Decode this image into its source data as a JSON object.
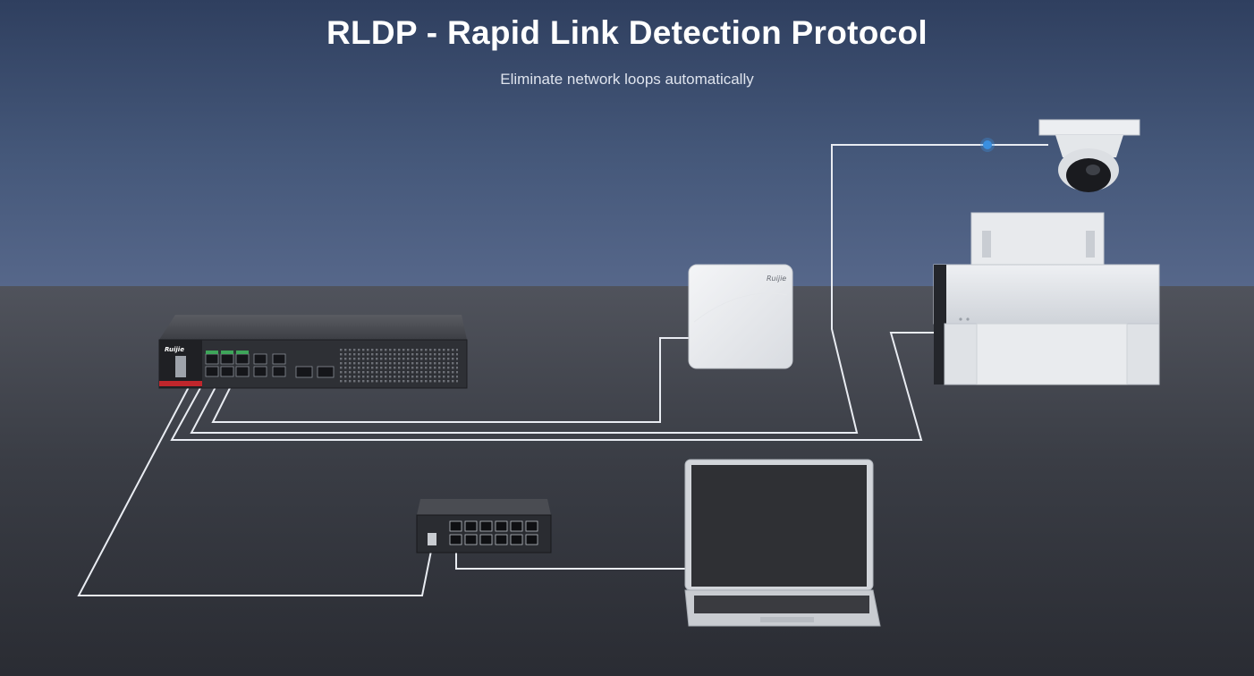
{
  "header": {
    "title": "RLDP - Rapid Link Detection Protocol",
    "subtitle": "Eliminate network loops automatically"
  },
  "devices": {
    "core_switch": {
      "brand": "Ruijie"
    },
    "access_point": {
      "brand": "Ruijie"
    }
  },
  "colors": {
    "backdrop_top": "#2f3f5f",
    "backdrop_bottom": "#56678a",
    "floor": "#3a3d45",
    "cable": "#e9ecf2",
    "signal_dot": "#3a8fe0",
    "switch_accent": "#c0262c"
  }
}
